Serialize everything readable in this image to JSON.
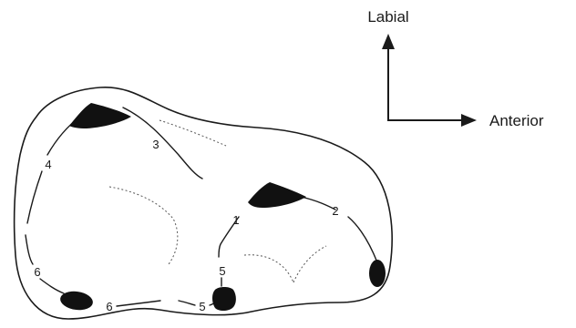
{
  "orientation": {
    "up_label": "Labial",
    "right_label": "Anterior"
  },
  "crest_labels": {
    "c1": "1",
    "c2": "2",
    "c3": "3",
    "c4": "4",
    "c5_vertical": "5",
    "c5_lower": "5",
    "c6_left": "6",
    "c6_lower": "6"
  }
}
